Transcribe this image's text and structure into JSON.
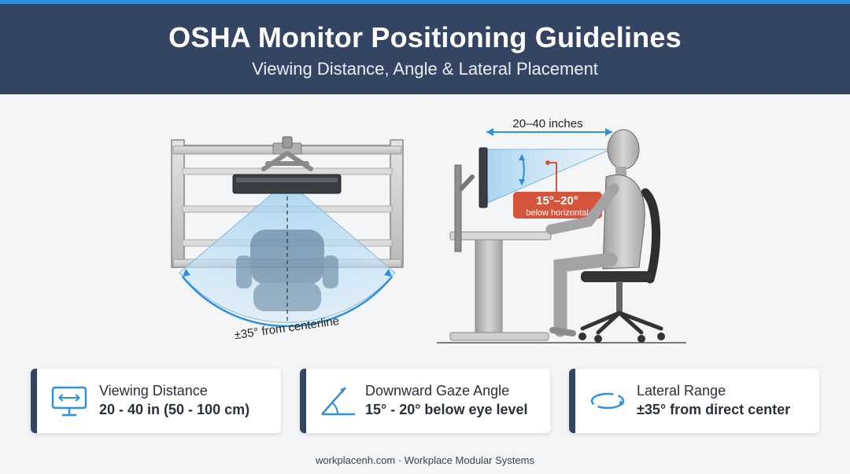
{
  "header": {
    "title": "OSHA Monitor Positioning Guidelines",
    "subtitle": "Viewing Distance, Angle & Lateral Placement"
  },
  "top_view": {
    "arc_label": "±35° from centerline"
  },
  "side_view": {
    "distance_label": "20–40 inches",
    "angle_label": "15°–20°",
    "angle_sublabel": "below horizontal"
  },
  "cards": [
    {
      "icon": "monitor-distance-icon",
      "label": "Viewing Distance",
      "value": "20 - 40 in (50 - 100 cm)"
    },
    {
      "icon": "gaze-angle-icon",
      "label": "Downward Gaze Angle",
      "value": "15° - 20° below eye level"
    },
    {
      "icon": "lateral-rotation-icon",
      "label": "Lateral Range",
      "value": "±35° from direct center"
    }
  ],
  "footer": {
    "text": "workplacenh.com · Workplace Modular Systems"
  },
  "colors": {
    "header": "#344563",
    "accent": "#2f8fd8",
    "angle_badge": "#d5553c",
    "cone": "#bfe0f5"
  }
}
